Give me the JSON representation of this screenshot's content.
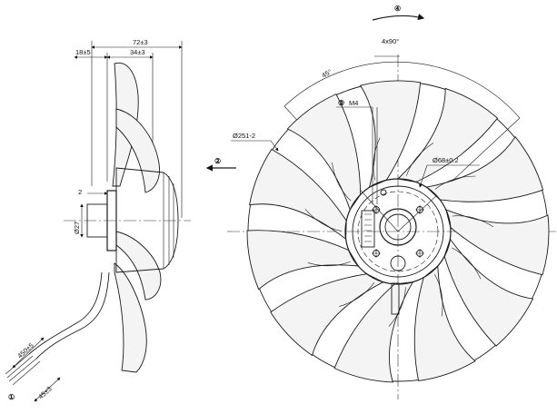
{
  "side_view": {
    "dim_overall": "72±3",
    "dim_front": "18±5",
    "dim_hub": "34±3",
    "dim_gap": "2",
    "dim_diameter_small": "Ø27",
    "dim_cable": "450±5",
    "dim_wire_strip": "45±3"
  },
  "front_view": {
    "dim_angle_spacing": "4x90°",
    "dim_angle": "45°",
    "dim_thread": "M4",
    "dim_outer_diameter": "Ø251-2",
    "dim_bolt_circle": "Ø68±0.2"
  },
  "callouts": {
    "c1": "①",
    "c2": "②",
    "c3": "③",
    "c4": "④"
  }
}
